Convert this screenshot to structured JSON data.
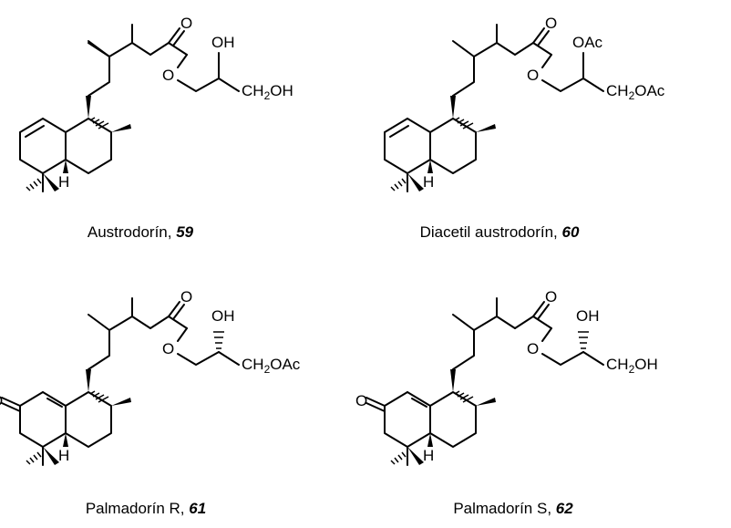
{
  "compounds": [
    {
      "name": "Austrodorín",
      "number": "59",
      "label_OH": "OH",
      "label_sidechain": "CH",
      "label_sub": "2",
      "label_tail": "OH",
      "label_H": "H"
    },
    {
      "name": "Diacetil austrodorín",
      "number": "60",
      "label_OH": "OAc",
      "label_sidechain": "CH",
      "label_sub": "2",
      "label_tail": "OAc",
      "label_H": "H"
    },
    {
      "name": "Palmadorín R",
      "number": "61",
      "label_OH": "OH",
      "label_sidechain": "CH",
      "label_sub": "2",
      "label_tail": "OAc",
      "label_H": "H"
    },
    {
      "name": "Palmadorín S",
      "number": "62",
      "label_OH": "OH",
      "label_sidechain": "CH",
      "label_sub": "2",
      "label_tail": "OH",
      "label_H": "H"
    }
  ],
  "atoms": {
    "O": "O"
  }
}
